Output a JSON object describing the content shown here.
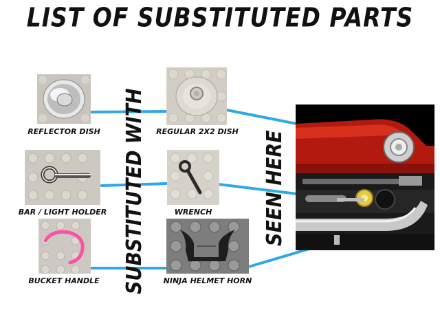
{
  "title": "LIST OF SUBSTITUTED PARTS",
  "vertical_labels": {
    "substituted_with": "SUBSTITUTED WITH",
    "seen_here": "SEEN HERE"
  },
  "original_parts": [
    {
      "label": "REFLECTOR DISH",
      "icon": "reflector-dish"
    },
    {
      "label": "BAR / LIGHT HOLDER",
      "icon": "bar-light-holder"
    },
    {
      "label": "BUCKET HANDLE",
      "icon": "bucket-handle"
    }
  ],
  "replacement_parts": [
    {
      "label": "REGULAR 2X2 DISH",
      "icon": "round-dish-2x2"
    },
    {
      "label": "WRENCH",
      "icon": "wrench"
    },
    {
      "label": "NINJA HELMET HORN",
      "icon": "helmet-horn"
    }
  ],
  "colors": {
    "connector": "#2fa8e6",
    "baseplate": "#cfcbc2",
    "brick_red": "#b31a0f",
    "pink": "#ff4fa8"
  }
}
